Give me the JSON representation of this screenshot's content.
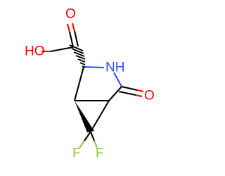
{
  "colors": {
    "carbon_bond": "#000000",
    "oxygen": "#ff0000",
    "nitrogen": "#3050f8",
    "fluorine": "#8dc63f"
  },
  "labels": {
    "hydroxyl": "HO",
    "carbonyl_oxygen": "O",
    "amine": "NH",
    "lactam_oxygen": "O",
    "fluorine_left": "F",
    "fluorine_right": "F"
  }
}
